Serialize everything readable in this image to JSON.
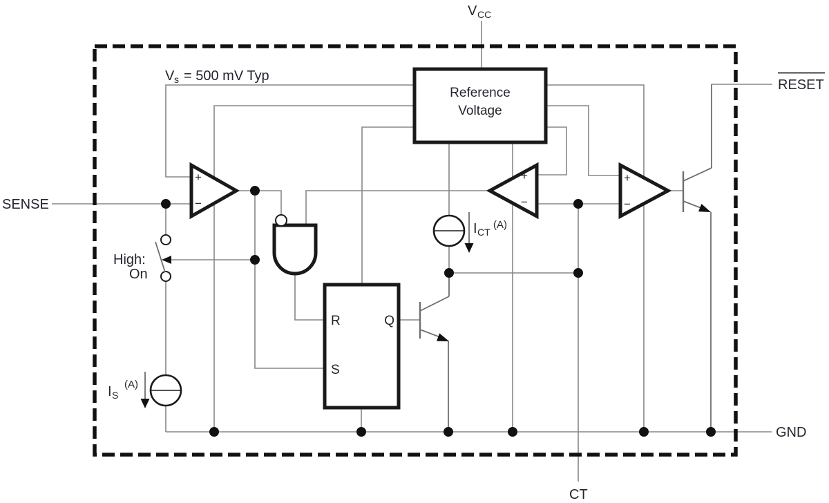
{
  "diagram_type": "functional-block-diagram",
  "colors": {
    "background": "#ffffff",
    "wire": "#878787",
    "component_stroke": "#1a1a1a",
    "text": "#25252e",
    "boundary": "#111111"
  },
  "pins": {
    "vcc_base": "V",
    "vcc_sub": "CC",
    "reset": "RESET",
    "sense": "SENSE",
    "gnd": "GND",
    "ct": "CT"
  },
  "reference_block": {
    "line1": "Reference",
    "line2": "Voltage"
  },
  "latch": {
    "r": "R",
    "s": "S",
    "q": "Q"
  },
  "comparators": {
    "plus": "+",
    "minus": "−"
  },
  "annotations": {
    "vs_base": "V",
    "vs_sub": "s",
    "vs_rest": "= 500 mV Typ",
    "ict_base": "I",
    "ict_sub": "CT",
    "ict_note": "(A)",
    "is_base": "I",
    "is_sub": "S",
    "is_note": "(A)",
    "switch_line1": "High:",
    "switch_line2": "On"
  }
}
